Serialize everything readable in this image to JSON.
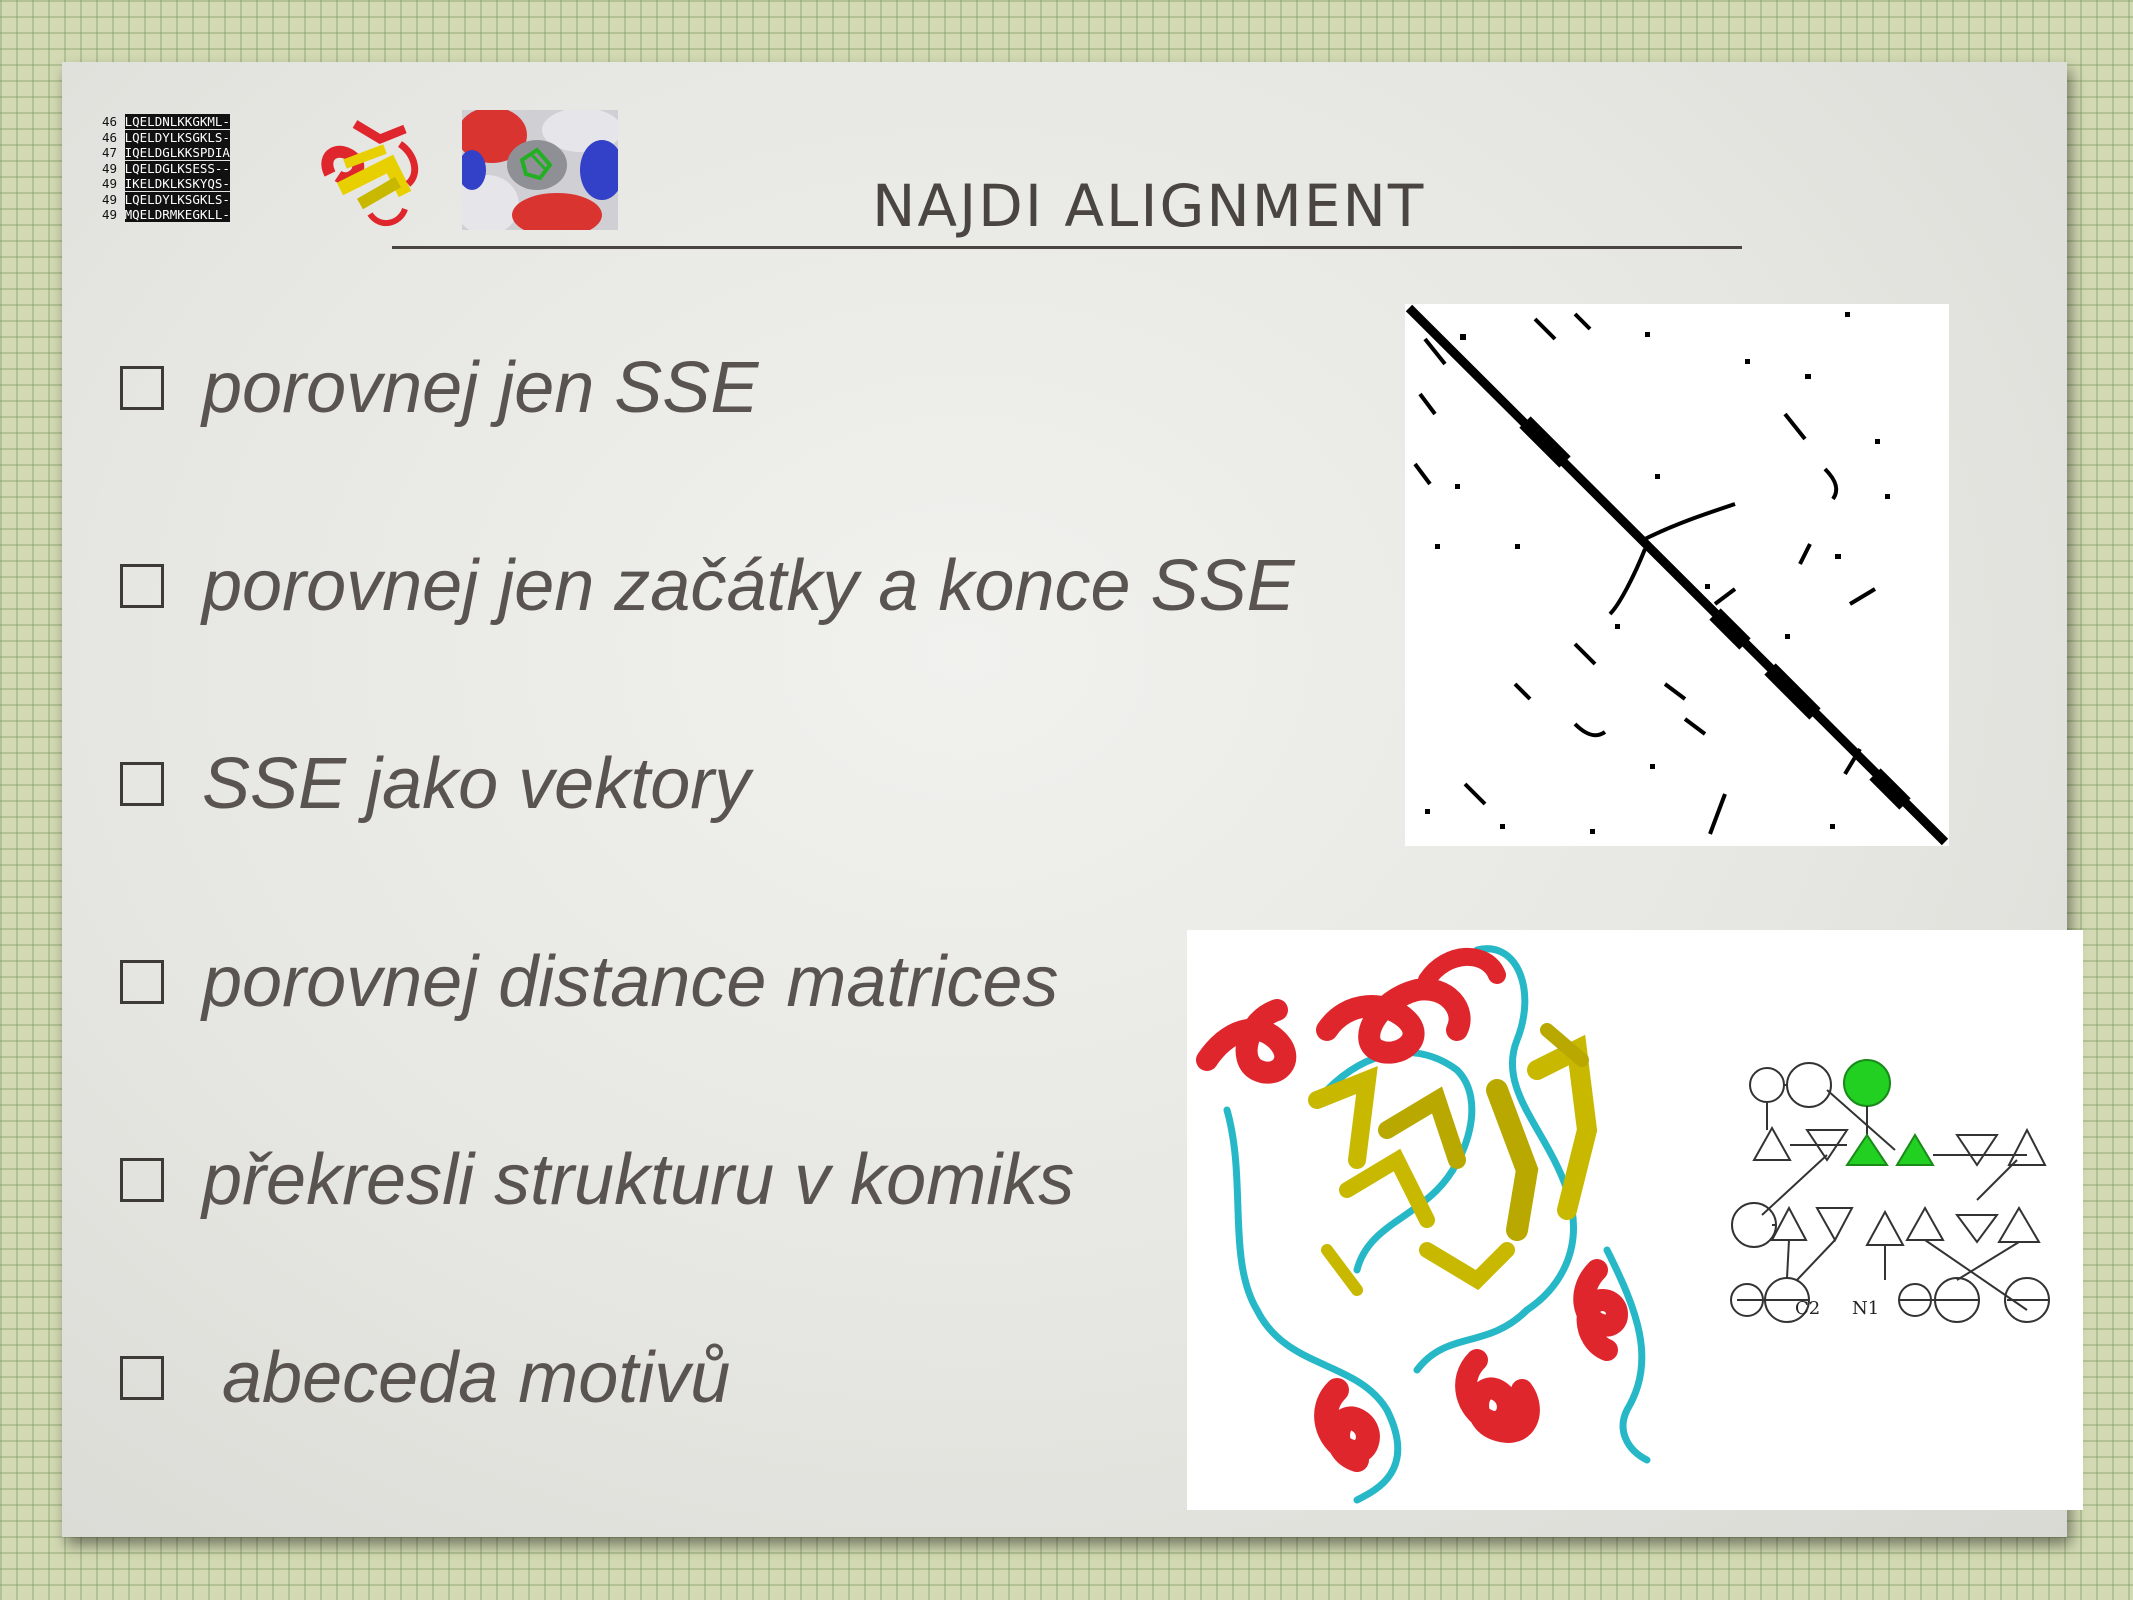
{
  "slide": {
    "title": "NAJDI ALIGNMENT",
    "bullets": [
      {
        "text": "porovnej jen SSE"
      },
      {
        "text": "porovnej jen začátky a konce SSE"
      },
      {
        "text": "SSE jako vektory"
      },
      {
        "text": "porovnej distance matrices"
      },
      {
        "text": "překresli strukturu v komiks"
      },
      {
        "text": " abeceda motivů"
      }
    ]
  },
  "alignment_thumb": {
    "rows": [
      {
        "num": "46",
        "seq": "LQELDNLKKGKML-"
      },
      {
        "num": "46",
        "seq": "LQELDYLKSGKLS-"
      },
      {
        "num": "47",
        "seq": "IQELDGLKKSPDIA"
      },
      {
        "num": "49",
        "seq": "LQELDGLKSESS--"
      },
      {
        "num": "49",
        "seq": "IKELDKLKSKYQS-"
      },
      {
        "num": "49",
        "seq": "LQELDYLKSGKLS-"
      },
      {
        "num": "49",
        "seq": "MQELDRMKEGKLL-"
      }
    ]
  },
  "topology": {
    "labels": [
      "C2",
      "N1"
    ]
  },
  "colors": {
    "helix": "#e0262d",
    "strand": "#c9b800",
    "coil": "#27b8c8",
    "highlight": "#22d022"
  }
}
